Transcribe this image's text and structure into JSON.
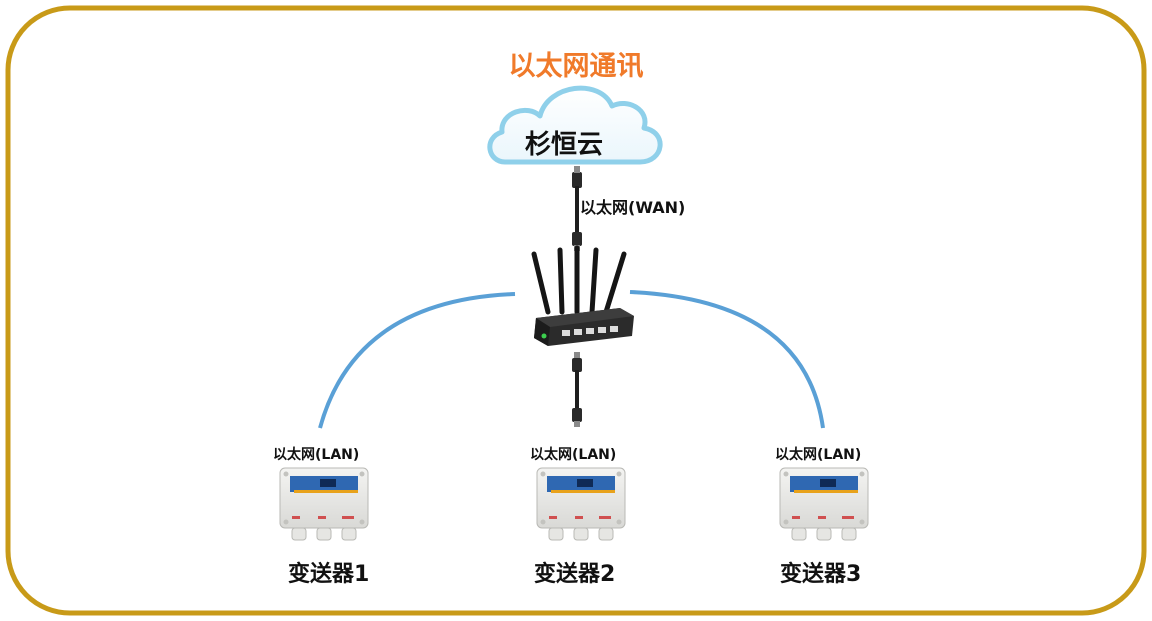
{
  "title": "以太网通讯",
  "cloud_label": "杉恒云",
  "wan_label": "以太网(WAN)",
  "devices": [
    {
      "port_label": "以太网(LAN)",
      "name": "变送器1"
    },
    {
      "port_label": "以太网(LAN)",
      "name": "变送器2"
    },
    {
      "port_label": "以太网(LAN)",
      "name": "变送器3"
    }
  ],
  "colors": {
    "frame": "#c89a18",
    "title": "#f07a2a",
    "link": "#5aa0d6",
    "cloud_outline": "#8fd0ea"
  }
}
